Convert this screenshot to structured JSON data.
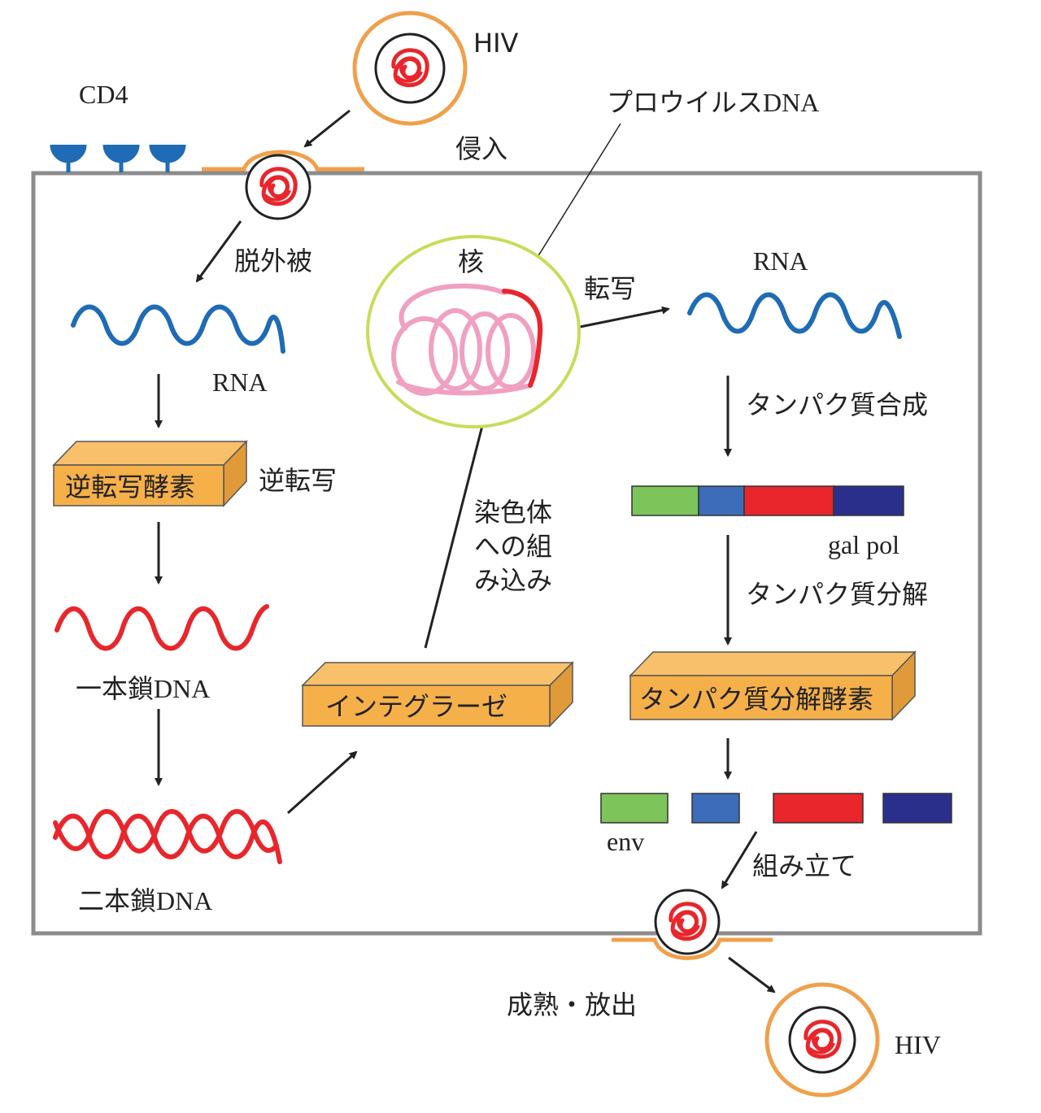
{
  "labels": {
    "hiv_top": "HIV",
    "cd4": "CD4",
    "provirus_dna": "プロウイルスDNA",
    "entry": "侵入",
    "uncoating": "脱外被",
    "nucleus": "核",
    "transcription": "転写",
    "rna_right": "RNA",
    "rna_left": "RNA",
    "reverse_transcriptase": "逆転写酵素",
    "reverse_transcription": "逆転写",
    "protein_synthesis": "タンパク質合成",
    "integration_line1": "染色体",
    "integration_line2": "への組",
    "integration_line3": "み込み",
    "gal_pol": "gal pol",
    "single_strand_dna": "一本鎖DNA",
    "integrase": "インテグラーゼ",
    "protein_degradation": "タンパク質分解",
    "protease": "タンパク質分解酵素",
    "double_strand_dna": "二本鎖DNA",
    "env": "env",
    "assembly": "組み立て",
    "maturation_release": "成熟・放出",
    "hiv_bottom": "HIV"
  },
  "colors": {
    "cell_border": "#8c8c8c",
    "rna": "#1f6bb5",
    "dna": "#e8262b",
    "virus_envelope": "#f0a04b",
    "enzyme_box": "#f5b04a",
    "nucleus_membrane": "#c8dc5a",
    "chromatin": "#f0a0c0",
    "receptor": "#1f6bb5",
    "segment_green": "#7dc45a",
    "segment_blue": "#3d6cb8",
    "segment_red": "#e8262b",
    "segment_navy": "#2a2f8c"
  },
  "icons": [
    "cd4-receptor-icon",
    "hiv-virus-icon",
    "virus-core-icon",
    "enzyme-box-icon",
    "arrow-icon"
  ]
}
